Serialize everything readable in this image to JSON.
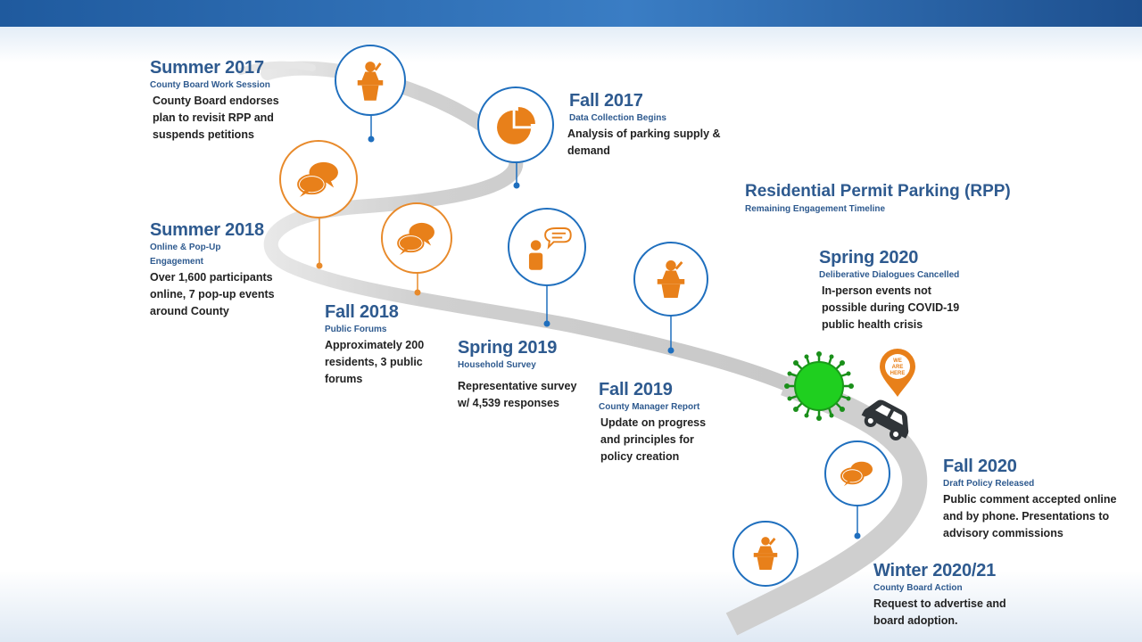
{
  "colors": {
    "navy": "#2e5a8f",
    "orange": "#e8801a",
    "blue_ring": "#1f6fbe",
    "orange_ring": "#e88a2b",
    "road": "#cfcfcf",
    "virus": "#1fb31f"
  },
  "heading": {
    "title": "Residential Permit Parking (RPP)",
    "subtitle": "Remaining Engagement Timeline"
  },
  "milestones": [
    {
      "title": "Summer 2017",
      "subtitle": "County Board Work Session",
      "text": "County Board endorses plan to revisit RPP and suspends petitions",
      "icon": "podium-speaker-icon"
    },
    {
      "title": "Fall 2017",
      "subtitle": "Data Collection Begins",
      "text": "Analysis of parking supply & demand",
      "icon": "pie-chart-icon"
    },
    {
      "title": "Summer 2018",
      "subtitle": "Online & Pop-Up Engagement",
      "text": "Over 1,600 participants online, 7 pop-up events around County",
      "icon": "chat-bubbles-icon"
    },
    {
      "title": "Fall 2018",
      "subtitle": "Public Forums",
      "text": "Approximately 200 residents, 3 public forums",
      "icon": "chat-bubbles-icon"
    },
    {
      "title": "Spring 2019",
      "subtitle": "Household Survey",
      "text": "Representative survey w/ 4,539 responses",
      "icon": "person-speech-icon"
    },
    {
      "title": "Fall 2019",
      "subtitle": "County Manager Report",
      "text": "Update on progress and principles for policy creation",
      "icon": "podium-speaker-icon"
    },
    {
      "title": "Spring 2020",
      "subtitle": "Deliberative Dialogues Cancelled",
      "text": "In-person events not possible during COVID-19 public health crisis",
      "icon": "virus-icon"
    },
    {
      "title": "Fall 2020",
      "subtitle": "Draft Policy Released",
      "text": "Public comment accepted online and by phone. Presentations to advisory commissions",
      "icon": "chat-bubbles-icon"
    },
    {
      "title": "Winter 2020/21",
      "subtitle": "County Board Action",
      "text": "Request to advertise and board adoption.",
      "icon": "podium-speaker-icon"
    }
  ],
  "marker": {
    "label_line1": "WE",
    "label_line2": "ARE",
    "label_line3": "HERE"
  }
}
